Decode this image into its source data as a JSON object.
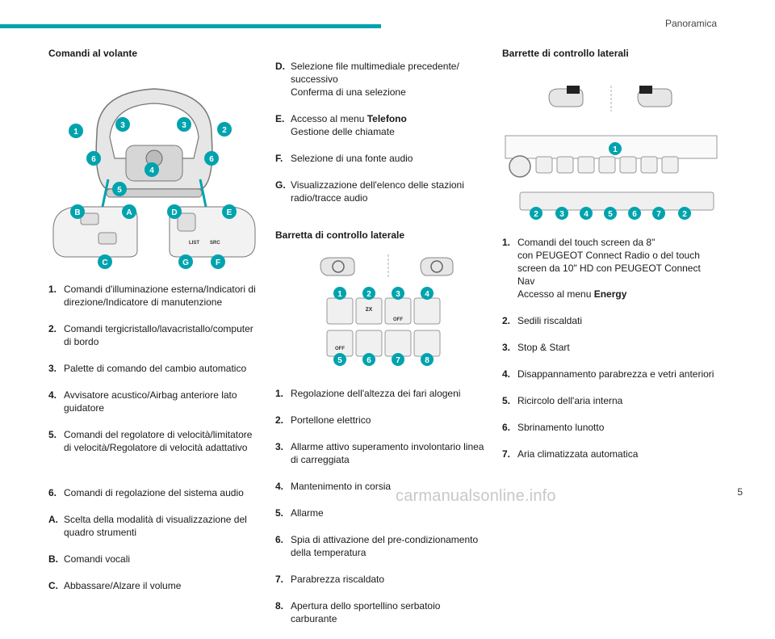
{
  "header": {
    "section": "Panoramica",
    "page_number": "5"
  },
  "watermark": "carmanualsonline.info",
  "colors": {
    "accent": "#00a3ad"
  },
  "col1": {
    "title": "Comandi al volante",
    "items_a": [
      {
        "key": "1.",
        "text": "Comandi d'illuminazione esterna/Indicatori di direzione/Indicatore di manutenzione"
      },
      {
        "key": "2.",
        "text": "Comandi tergicristallo/lavacristallo/computer di bordo"
      },
      {
        "key": "3.",
        "text": "Palette di comando del cambio automatico"
      },
      {
        "key": "4.",
        "text": "Avvisatore acustico/Airbag anteriore lato guidatore"
      },
      {
        "key": "5.",
        "text": "Comandi del regolatore di velocità/limitatore di velocità/Regolatore di velocità adattativo"
      }
    ],
    "items_b": [
      {
        "key": "6.",
        "text": "Comandi di regolazione del sistema audio"
      },
      {
        "key": "A.",
        "text": "Scelta della modalità di visualizzazione del quadro strumenti"
      },
      {
        "key": "B.",
        "text": "Comandi vocali"
      },
      {
        "key": "C.",
        "text": "Abbassare/Alzare il volume"
      }
    ],
    "figure_callouts": {
      "c1": "1",
      "c2": "2",
      "c3": "3",
      "c4": "4",
      "c5": "5",
      "c6": "6",
      "cA": "A",
      "cB": "B",
      "cC": "C",
      "cD": "D",
      "cE": "E",
      "cF": "F",
      "cG": "G",
      "btn_list": "LIST",
      "btn_src": "SRC"
    }
  },
  "col2": {
    "items_top": [
      {
        "key": "D.",
        "text": "Selezione file multimediale precedente/ successivo\nConferma di una selezione"
      },
      {
        "key": "E.",
        "pre": "Accesso al menu ",
        "bold": "Telefono",
        "post": "\nGestione delle chiamate"
      },
      {
        "key": "F.",
        "text": "Selezione di una fonte audio"
      },
      {
        "key": "G.",
        "text": "Visualizzazione dell'elenco delle stazioni radio/tracce audio"
      }
    ],
    "title": "Barretta di controllo laterale",
    "figure_callouts": {
      "n1": "1",
      "n2": "2",
      "n3": "3",
      "n4": "4",
      "n5": "5",
      "n6": "6",
      "n7": "7",
      "n8": "8",
      "btn_2x": "2X",
      "btn_off1": "OFF",
      "btn_off2": "OFF"
    },
    "items": [
      {
        "key": "1.",
        "text": "Regolazione dell'altezza dei fari alogeni"
      },
      {
        "key": "2.",
        "text": "Portellone elettrico"
      },
      {
        "key": "3.",
        "text": "Allarme attivo superamento involontario linea di carreggiata"
      },
      {
        "key": "4.",
        "text": "Mantenimento in corsia"
      },
      {
        "key": "5.",
        "text": "Allarme"
      },
      {
        "key": "6.",
        "text": "Spia di attivazione del pre-condizionamento della temperatura"
      },
      {
        "key": "7.",
        "text": "Parabrezza riscaldato"
      },
      {
        "key": "8.",
        "text": "Apertura dello sportellino serbatoio carburante"
      }
    ]
  },
  "col3": {
    "title": "Barrette di controllo laterali",
    "figure_callouts": {
      "t1": "1",
      "b2a": "2",
      "b3": "3",
      "b4": "4",
      "b5": "5",
      "b6": "6",
      "b7": "7",
      "b2b": "2"
    },
    "items": [
      {
        "key": "1.",
        "text": "Comandi del touch screen da 8\"\ncon PEUGEOT Connect Radio o del touch screen da 10\" HD con PEUGEOT Connect Nav",
        "pre2": "Accesso al menu ",
        "bold2": "Energy"
      },
      {
        "key": "2.",
        "text": "Sedili riscaldati"
      },
      {
        "key": "3.",
        "text": "Stop & Start"
      },
      {
        "key": "4.",
        "text": "Disappannamento parabrezza e vetri anteriori"
      },
      {
        "key": "5.",
        "text": "Ricircolo dell'aria interna"
      },
      {
        "key": "6.",
        "text": "Sbrinamento lunotto"
      },
      {
        "key": "7.",
        "text": "Aria climatizzata automatica"
      }
    ]
  }
}
